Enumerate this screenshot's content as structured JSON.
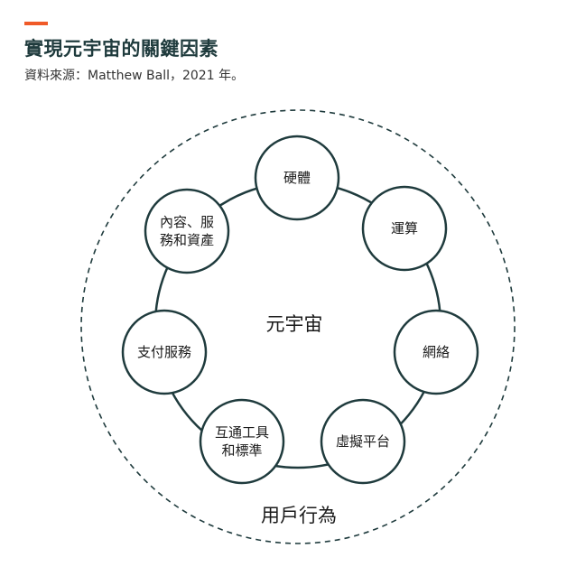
{
  "header": {
    "title": "實現元宇宙的關鍵因素",
    "source": "資料來源：Matthew Ball，2021 年。"
  },
  "colors": {
    "accent": "#f05a28",
    "title": "#1f3b3d",
    "stroke": "#1f3b3d"
  },
  "diagram": {
    "center_label": "元宇宙",
    "outer_label": "用戶行為",
    "nodes": [
      {
        "lines": [
          "硬體"
        ]
      },
      {
        "lines": [
          "運算"
        ]
      },
      {
        "lines": [
          "網絡"
        ]
      },
      {
        "lines": [
          "虛擬平台"
        ]
      },
      {
        "lines": [
          "互通工具",
          "和標準"
        ]
      },
      {
        "lines": [
          "支付服務"
        ]
      },
      {
        "lines": [
          "內容、服",
          "務和資產"
        ]
      }
    ]
  }
}
